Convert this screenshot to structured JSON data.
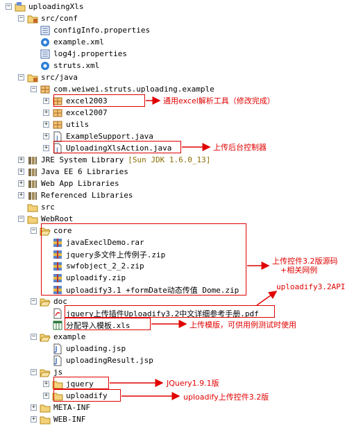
{
  "tree": {
    "rows": [
      {
        "label": "uploadingXls",
        "icon": "project-icon",
        "exp": "minus",
        "level": 0
      },
      {
        "label": "src/conf",
        "icon": "source-folder-icon",
        "exp": "minus",
        "level": 1
      },
      {
        "label": "configInfo.properties",
        "icon": "properties-file-icon",
        "exp": "",
        "level": 2
      },
      {
        "label": "example.xml",
        "icon": "xml-gear-icon",
        "exp": "",
        "level": 2
      },
      {
        "label": "log4j.properties",
        "icon": "properties-file-icon",
        "exp": "",
        "level": 2
      },
      {
        "label": "struts.xml",
        "icon": "xml-gear-icon",
        "exp": "",
        "level": 2
      },
      {
        "label": "src/java",
        "icon": "source-folder-icon",
        "exp": "minus",
        "level": 1
      },
      {
        "label": "com.weiwei.struts.uploading.example",
        "icon": "package-icon",
        "exp": "minus",
        "level": 2
      },
      {
        "label": "excel2003",
        "icon": "package-icon",
        "exp": "plus",
        "level": 3
      },
      {
        "label": "excel2007",
        "icon": "package-icon",
        "exp": "plus",
        "level": 3
      },
      {
        "label": "utils",
        "icon": "package-icon",
        "exp": "plus",
        "level": 3
      },
      {
        "label": "ExampleSupport.java",
        "icon": "java-file-icon",
        "exp": "plus",
        "level": 3
      },
      {
        "label": "UploadingXlsAction.java",
        "icon": "java-file-icon",
        "exp": "plus",
        "level": 3
      },
      {
        "label": "JRE System Library",
        "extra": "[Sun JDK 1.6.0_13]",
        "icon": "library-icon",
        "exp": "plus",
        "level": 1
      },
      {
        "label": "Java EE 6 Libraries",
        "icon": "library-icon",
        "exp": "plus",
        "level": 1
      },
      {
        "label": "Web App Libraries",
        "icon": "library-icon",
        "exp": "plus",
        "level": 1
      },
      {
        "label": "Referenced Libraries",
        "icon": "library-icon",
        "exp": "plus",
        "level": 1
      },
      {
        "label": "src",
        "icon": "folder-icon",
        "exp": "",
        "level": 1
      },
      {
        "label": "WebRoot",
        "icon": "folder-icon",
        "exp": "minus",
        "level": 1
      },
      {
        "label": "core",
        "icon": "folder-open-icon",
        "exp": "minus",
        "level": 2
      },
      {
        "label": "javaExeclDemo.rar",
        "icon": "archive-icon",
        "exp": "",
        "level": 3
      },
      {
        "label": "jquery多文件上传例子.zip",
        "icon": "archive-icon",
        "exp": "",
        "level": 3
      },
      {
        "label": "swfobject_2_2.zip",
        "icon": "archive-icon",
        "exp": "",
        "level": 3
      },
      {
        "label": "uploadify.zip",
        "icon": "archive-icon",
        "exp": "",
        "level": 3
      },
      {
        "label": "uploadify3.1 +formDate动态传值 Dome.zip",
        "icon": "archive-icon",
        "exp": "",
        "level": 3
      },
      {
        "label": "doc",
        "icon": "folder-open-icon",
        "exp": "minus",
        "level": 2
      },
      {
        "label": "jquery上传插件Uploadify3.2中文详细参考手册.pdf",
        "icon": "pdf-file-icon",
        "exp": "",
        "level": 3
      },
      {
        "label": "分配导入模板.xls",
        "icon": "excel-file-icon",
        "exp": "",
        "level": 3
      },
      {
        "label": "example",
        "icon": "folder-open-icon",
        "exp": "minus",
        "level": 2
      },
      {
        "label": "uploading.jsp",
        "icon": "jsp-file-icon",
        "exp": "",
        "level": 3
      },
      {
        "label": "uploadingResult.jsp",
        "icon": "jsp-file-icon",
        "exp": "",
        "level": 3
      },
      {
        "label": "js",
        "icon": "folder-open-icon",
        "exp": "minus",
        "level": 2
      },
      {
        "label": "jquery",
        "icon": "folder-icon",
        "exp": "plus",
        "level": 3
      },
      {
        "label": "uploadify",
        "icon": "folder-icon",
        "exp": "plus",
        "level": 3
      },
      {
        "label": "META-INF",
        "icon": "folder-icon",
        "exp": "plus",
        "level": 2
      },
      {
        "label": "WEB-INF",
        "icon": "folder-icon",
        "exp": "plus",
        "level": 2
      }
    ]
  },
  "annotations": {
    "excel_tool": "通用excel解析工具（修改完成）",
    "backend_controller": "上传后台控制器",
    "control_source_line1": "上传控件3.2版源码",
    "control_source_line2": "+相关网例",
    "uploadify_api": "uploadify3.2API",
    "upload_template": "上传模版，可供用例测试时使用",
    "jquery_version": "JQuery1.9.1版",
    "uploadify_version": "uploadify上传控件3.2版"
  },
  "colors": {
    "annotation": "#e00000",
    "library_version": "#8a6d00"
  }
}
